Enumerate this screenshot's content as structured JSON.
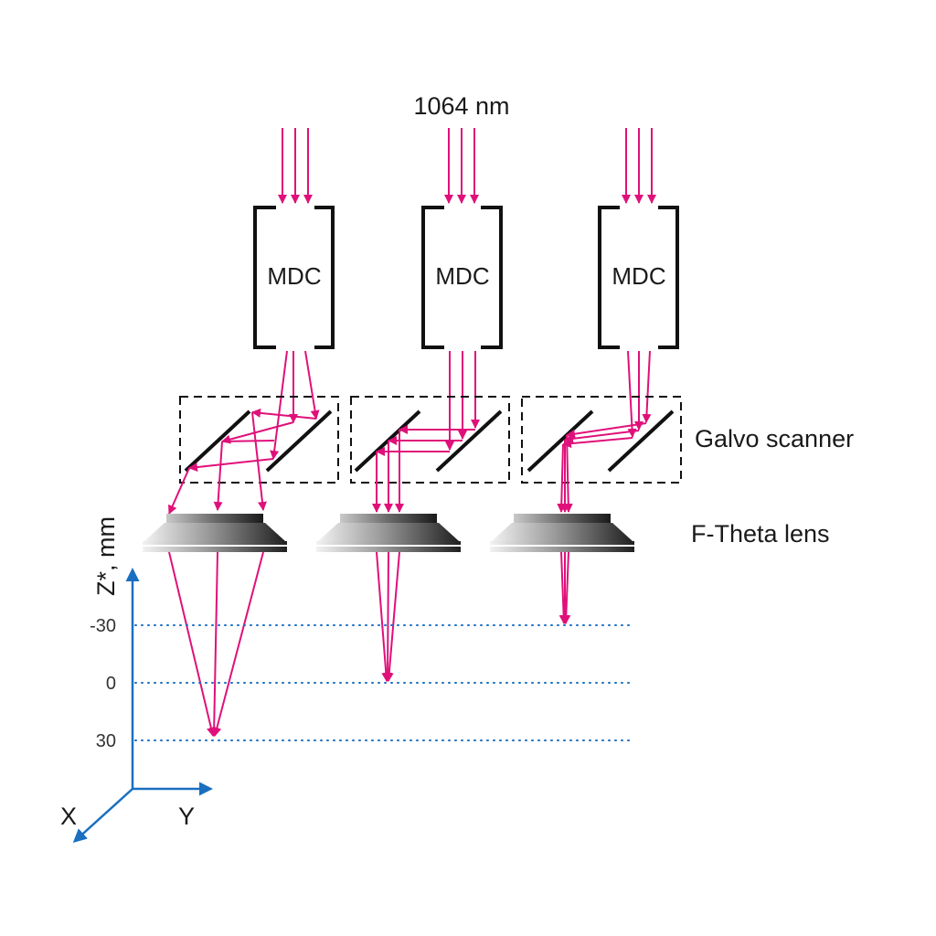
{
  "wavelength_label": "1064 nm",
  "modules": [
    {
      "label": "MDC"
    },
    {
      "label": "MDC"
    },
    {
      "label": "MDC"
    }
  ],
  "galvo_label": "Galvo scanner",
  "lens_label": "F-Theta lens",
  "z_axis": {
    "label": "Z*, mm",
    "ticks": [
      "-30",
      "0",
      "30"
    ]
  },
  "axis_x_label": "X",
  "axis_y_label": "Y",
  "colors": {
    "beam": "#e0107a",
    "axis": "#1a6fc0",
    "frame": "#111111"
  }
}
